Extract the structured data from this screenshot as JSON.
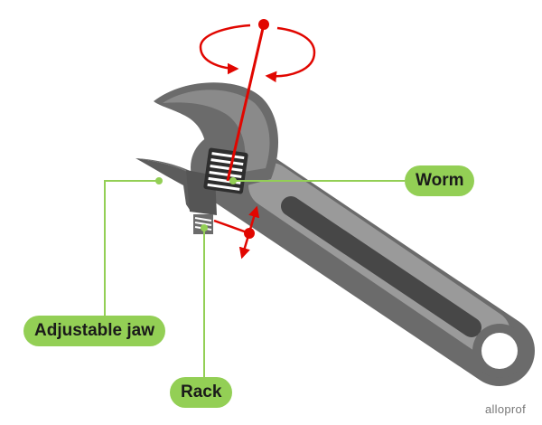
{
  "labels": {
    "worm": "Worm",
    "adjustable_jaw": "Adjustable jaw",
    "rack": "Rack"
  },
  "brand": "alloprof",
  "colors": {
    "wrench_dark": "#6b6b6b",
    "wrench_light": "#9a9a9a",
    "wrench_slot": "#474747",
    "motion_arrows": "#e10600",
    "label_fill": "#93cf55",
    "leader_lines": "#93cf55"
  },
  "icons": {
    "rotation_arrow": "circular-arrow-icon",
    "translation_arrow": "double-arrow-icon"
  }
}
